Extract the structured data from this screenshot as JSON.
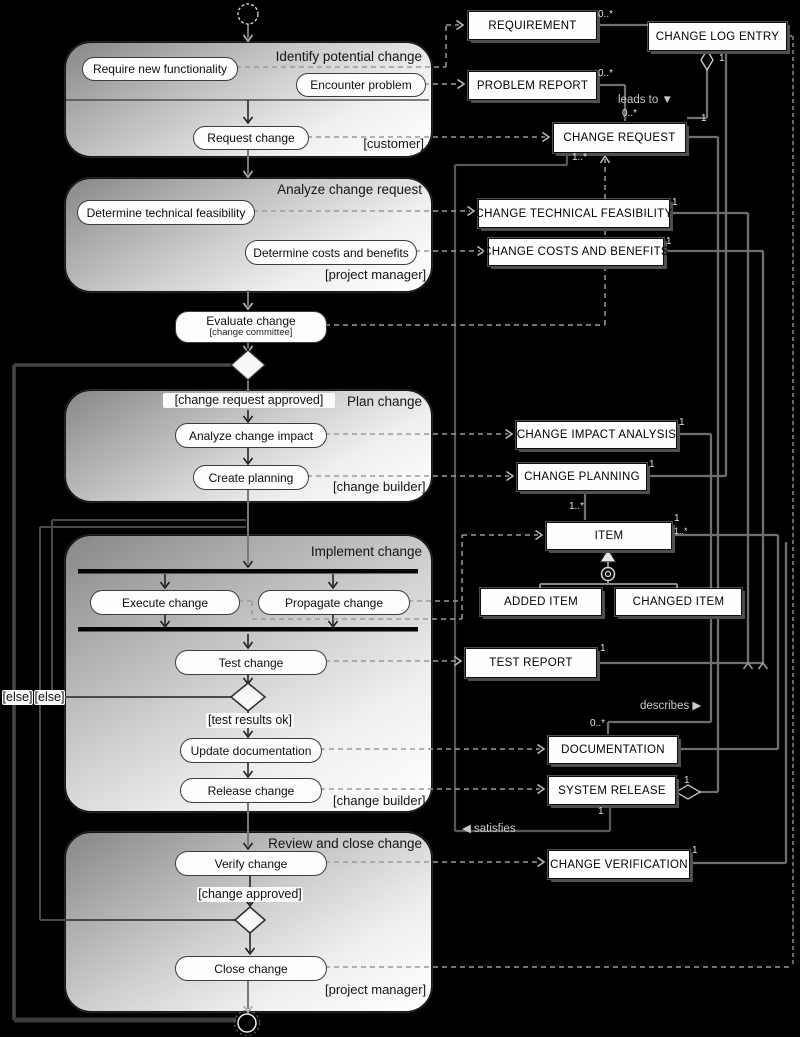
{
  "phases": {
    "identify": {
      "title": "Identify potential change",
      "role": "[customer]"
    },
    "analyze": {
      "title": "Analyze change request",
      "role": "[project manager]"
    },
    "plan": {
      "title": "Plan change",
      "role": "[change builder]",
      "guard": "[change request approved]"
    },
    "implement": {
      "title": "Implement change",
      "role": "[change builder]",
      "guard": "[test results ok]"
    },
    "review": {
      "title": "Review and close change",
      "role": "[project manager]",
      "guard": "[change approved]"
    }
  },
  "activities": {
    "require_new_functionality": "Require new functionality",
    "encounter_problem": "Encounter problem",
    "request_change": "Request change",
    "determine_technical_feasibility": "Determine technical feasibility",
    "determine_costs_benefits": "Determine costs and benefits",
    "evaluate_change": {
      "label": "Evaluate change",
      "role": "[change committee]"
    },
    "analyze_change_impact": "Analyze change impact",
    "create_planning": "Create planning",
    "execute_change": "Execute change",
    "propagate_change": "Propagate change",
    "test_change": "Test change",
    "update_documentation": "Update documentation",
    "release_change": "Release change",
    "verify_change": "Verify change",
    "close_change": "Close change"
  },
  "guards": {
    "else_a": "[else]",
    "else_b": "[else]"
  },
  "entities": {
    "requirement": "REQUIREMENT",
    "change_log_entry": "CHANGE LOG ENTRY",
    "problem_report": "PROBLEM REPORT",
    "change_request": "CHANGE REQUEST",
    "change_technical_feasibility": "CHANGE TECHNICAL FEASIBILITY",
    "change_costs_benefits": "CHANGE COSTS AND BENEFITS",
    "change_impact_analysis": "CHANGE IMPACT ANALYSIS",
    "change_planning": "CHANGE PLANNING",
    "item": "ITEM",
    "added_item": "ADDED ITEM",
    "changed_item": "CHANGED ITEM",
    "test_report": "TEST REPORT",
    "documentation": "DOCUMENTATION",
    "system_release": "SYSTEM RELEASE",
    "change_verification": "CHANGE VERIFICATION"
  },
  "associations": {
    "leads_to": "leads to ▼",
    "satisfies": "◀ satisfies",
    "describes": "describes ▶"
  },
  "multiplicities": {
    "requirement": "0..*",
    "problem_report": "0..*",
    "leads_to": "0..*",
    "change_request_top": "1",
    "change_request_bottom": "1..*",
    "change_log_entry": "1",
    "technical_feasibility": "1",
    "costs_benefits": "1",
    "impact_analysis": "1",
    "planning": "1",
    "item_top": "1..*",
    "item_right_1": "1",
    "item_right_2": "1..*",
    "test_report": "1",
    "documentation": "0..*",
    "system_release_right": "1",
    "system_release_bottom": "1",
    "change_verification": "1"
  },
  "colors": {
    "background": "#000000",
    "block_fill_dark": "#878787",
    "block_fill_light": "#ffffff",
    "entity_fill": "#ffffff",
    "wire": "#6f6f6f"
  }
}
